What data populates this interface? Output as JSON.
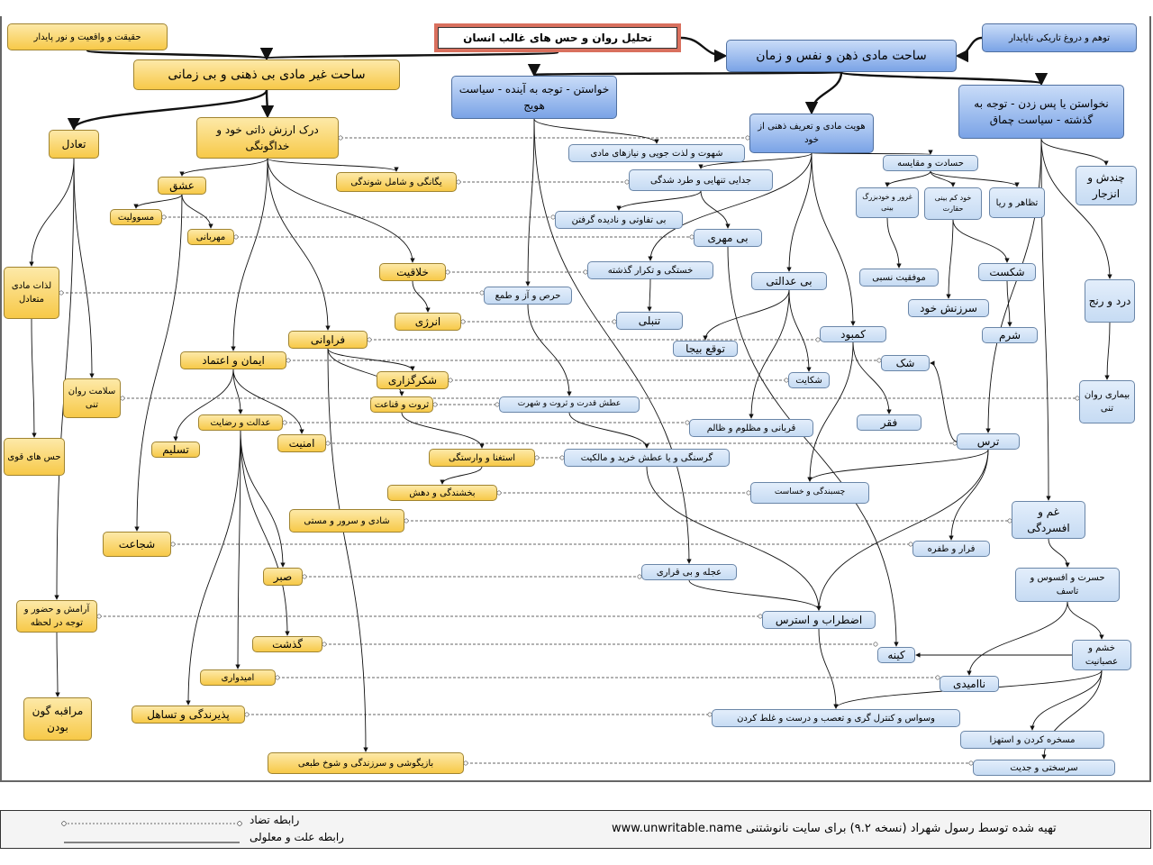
{
  "title": "تحلیل روان و حس های غالب انسان",
  "nodes": {
    "haqiqat": "حقیقت و واقعیت و نور پایدار",
    "sahat_gheir": "ساحت غیر مادی بی ذهنی و بی زمانی",
    "taadol": "تعادل",
    "dark": "درک ارزش ذاتی خود و خداگونگی",
    "eshgh": "عشق",
    "yegangi": "یگانگی و شامل شوندگی",
    "masuliat": "مسوولیت",
    "mehrabani": "مهربانی",
    "lazzat": "لذات مادی متعادل",
    "khallaghiat": "خلاقیت",
    "enerzhi": "انرژی",
    "faravani": "فراوانی",
    "iman": "ایمان و اعتماد",
    "shokrgozari": "شکرگزاری",
    "salamat": "سلامت روان تنی",
    "servat": "ثروت و قناعت",
    "edalat": "عدالت و رضایت",
    "taslim": "تسلیم",
    "amniat": "امنیت",
    "hes": "حس های قوی",
    "esteghna": "استغنا و وارستگی",
    "bakhshandegi": "بخشندگی و دهش",
    "shadi": "شادی و سرور و مستی",
    "shojaat": "شجاعت",
    "sabr": "صبر",
    "aramesh": "آرامش و حضور و توجه در لحظه",
    "gozasht": "گذشت",
    "omidvari": "امیدواری",
    "paziri": "پذیرندگی و تساهل",
    "moraghebe": "مراقبه گون بودن",
    "bazigushi": "بازیگوشی و سرزندگی و شوخ طبعی",
    "tavahhom": "توهم و دروغ تاریکی ناپایدار",
    "sahat_madi": "ساحت مادی ذهن و نفس و زمان",
    "khastan": "خواستن - توجه به آینده - سیاست هویج",
    "nakhastan": "نخواستن یا پس زدن - توجه به گذشته - سیاست چماق",
    "hoviat": "هویت مادی و تعریف ذهنی از خود",
    "shahvat": "شهوت و لذت جویی و نیازهای مادی",
    "hesadat": "حسادت و مقایسه",
    "jodaei": "جدایی تنهایی و طرد شدگی",
    "ghorur": "غرور و خودبزرگ بینی",
    "khodkam": "خود کم بینی حقارت",
    "tazahor": "تظاهر و ریا",
    "chandesh": "چندش و انزجار",
    "bitafavoti": "بی تفاوتی و نادیده گرفتن",
    "bimehri": "بی مهری",
    "khastegi": "خستگی و تکرار گذشته",
    "moffaghiat": "موفقیت نسبی",
    "shekast": "شکست",
    "biedalati": "بی عدالتی",
    "harz": "حرص و آز و طمع",
    "darda": "درد و رنج",
    "sarzanesh": "سرزنش خود",
    "tanbali": "تنبلی",
    "kambud": "کمبود",
    "sharm": "شرم",
    "tavagho": "توقع بیجا",
    "shak": "شک",
    "shekayat": "شکایت",
    "bimari": "بیماری روان تنی",
    "atash": "عطش قدرت و ثروت و شهرت",
    "ghorbani": "قربانی و مظلوم و ظالم",
    "fagr": "فقر",
    "tars": "ترس",
    "gorosnegi": "گرسنگی و یا عطش خرید و مالکیت",
    "chasbandegi": "چسبندگی و خساست",
    "gham": "غم و افسردگی",
    "farar": "فرار و طفره",
    "hasrat": "حسرت و افسوس و تاسف",
    "ajale": "عجله و بی قراری",
    "ezterab": "اضطراب و استرس",
    "kine": "کینه",
    "khashm": "خشم و عصبانیت",
    "naumidi": "ناامیدی",
    "vasvas": "وسواس و کنترل گری و تعصب و درست و غلط کردن",
    "maskhare": "مسخره کردن و استهزا",
    "sarsakhti": "سرسختی و جدیت"
  },
  "legend": {
    "contrast": "رابطه تضاد",
    "cause": "رابطه علت و معلولی"
  },
  "footer": "تهیه شده توسط رسول شهراد (نسخه ۹.۲) برای سایت نانوشتنی www.unwritable.name",
  "colors": {
    "positive": "#f7c948",
    "negative": "#c6dbf3",
    "title_border": "#d9705e"
  }
}
